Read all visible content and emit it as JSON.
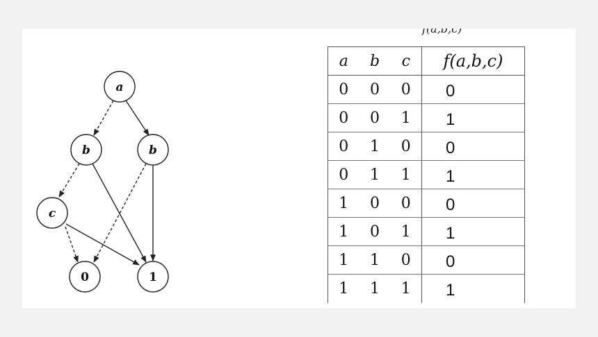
{
  "top_clipped_text": "f(a,b,c)",
  "bdd": {
    "nodes": {
      "a": "a",
      "b_left": "b",
      "b_right": "b",
      "c": "c",
      "zero": "0",
      "one": "1"
    }
  },
  "truth_table": {
    "headers": [
      "a",
      "b",
      "c",
      "f(a,b,c)"
    ],
    "rows": [
      [
        "0",
        "0",
        "0",
        "0"
      ],
      [
        "0",
        "0",
        "1",
        "1"
      ],
      [
        "0",
        "1",
        "0",
        "0"
      ],
      [
        "0",
        "1",
        "1",
        "1"
      ],
      [
        "1",
        "0",
        "0",
        "0"
      ],
      [
        "1",
        "0",
        "1",
        "1"
      ],
      [
        "1",
        "1",
        "0",
        "0"
      ],
      [
        "1",
        "1",
        "1",
        "1"
      ]
    ]
  }
}
